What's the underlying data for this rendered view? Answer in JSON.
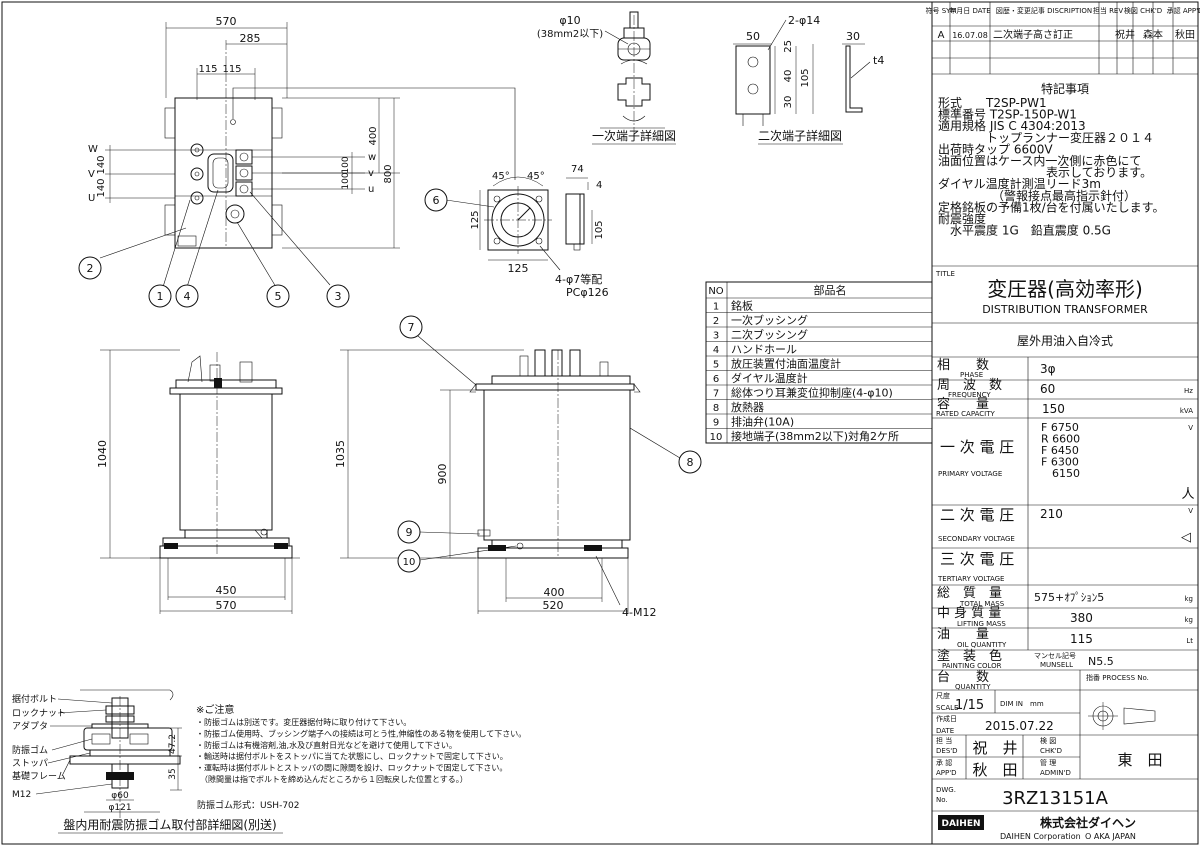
{
  "revision": {
    "headers": [
      "符号 SYM",
      "年月日 DATE",
      "図歴・変更記事 DISCRIPTION",
      "担当 REV",
      "検図 CHK'D",
      "承認 APP'D"
    ],
    "rows": [
      [
        "A",
        "16.07.08",
        "二次端子高さ訂正",
        "祝井",
        "森本",
        "秋田"
      ]
    ]
  },
  "specs": {
    "heading": "特記事項",
    "lines": [
      "形式　　T2SP-PW1",
      "標準番号 T2SP-150P-W1",
      "適用規格 JIS C 4304:2013",
      "　　　　トップランナー変圧器２０１４",
      "出荷時タップ 6600V",
      "油面位置はケース内一次側に赤色にて",
      "　　　　　　　　　表示しております。",
      "ダイヤル温度計測温リード3m",
      "　　　　　（警報接点最高指示針付）",
      "定格銘板の予備1枚/台を付属いたします。",
      "耐震強度",
      "　水平震度 1G　鉛直震度 0.5G"
    ]
  },
  "title_block": {
    "title_tag": "TITLE",
    "title_jp": "変圧器(高効率形)",
    "title_en": "DISTRIBUTION TRANSFORMER",
    "cooling": "屋外用油入自冷式",
    "phase": {
      "label": "相　　数",
      "sub": "PHASE",
      "value": "3φ",
      "unit": ""
    },
    "frequency": {
      "label": "周　波　数",
      "sub": "FREQUENCY",
      "value": "60",
      "unit": "Hz"
    },
    "capacity": {
      "label": "容　　量",
      "sub": "RATED CAPACITY",
      "value": "150",
      "unit": "kVA"
    },
    "primary": {
      "label": "一 次 電 圧",
      "sub": "PRIMARY VOLTAGE",
      "values": [
        "F 6750",
        "R 6600",
        "F 6450",
        "F 6300",
        "　6150"
      ],
      "unit": "V",
      "symbol": "人"
    },
    "secondary": {
      "label": "二 次 電 圧",
      "sub": "SECONDARY VOLTAGE",
      "value": "210",
      "unit": "V",
      "symbol": "◁"
    },
    "tertiary": {
      "label": "三 次 電 圧",
      "sub": "TERTIARY VOLTAGE",
      "value": ""
    },
    "total_mass": {
      "label": "総　質　量",
      "sub": "TOTAL MASS",
      "value": "575+ｵﾌﾟｼｮﾝ5",
      "unit": "kg"
    },
    "lifting_mass": {
      "label": "中 身 質 量",
      "sub": "LIFTING MASS",
      "value": "380",
      "unit": "kg"
    },
    "oil_quantity": {
      "label": "油　　量",
      "sub": "OIL QUANTITY",
      "value": "115",
      "unit": "Lt"
    },
    "painting": {
      "label": "塗　装　色",
      "sub": "PAINTING COLOR",
      "munsell_label": "マンセル記号",
      "munsell_sub": "MUNSELL",
      "value": "N5.5"
    },
    "quantity": {
      "label": "台　　数",
      "sub": "QUANTITY",
      "process_label": "指番 PROCESS No."
    },
    "scale": {
      "label": "尺度",
      "sub": "SCALE",
      "value": "1/15",
      "dim": "DIM IN　mm"
    },
    "date": {
      "label": "作成日",
      "sub": "DATE",
      "value": "2015.07.22"
    },
    "designer": {
      "label": "担 当",
      "sub": "DES'D",
      "value": "祝　井"
    },
    "checker": {
      "label": "検 図",
      "sub": "CHK'D",
      "value": "東　田"
    },
    "approver": {
      "label": "承 認",
      "sub": "APP'D",
      "value": "秋　田"
    },
    "manager": {
      "label": "管 理",
      "sub": "ADMIN'D",
      "value": ""
    },
    "dwg": {
      "label": "DWG.",
      "sub": "No.",
      "value": "3RZ13151A"
    },
    "company": {
      "logo": "DAIHEN",
      "jp": "株式会社ダイヘン",
      "en": "DAIHEN Corporation",
      "addr": "O AKA JAPAN"
    }
  },
  "parts": {
    "headers": [
      "NO",
      "部品名"
    ],
    "rows": [
      [
        "1",
        "銘板"
      ],
      [
        "2",
        "一次ブッシング"
      ],
      [
        "3",
        "二次ブッシング"
      ],
      [
        "4",
        "ハンドホール"
      ],
      [
        "5",
        "放圧装置付油面温度計"
      ],
      [
        "6",
        "ダイヤル温度計"
      ],
      [
        "7",
        "総体つり耳兼変位抑制座(4-φ10)"
      ],
      [
        "8",
        "放熱器"
      ],
      [
        "9",
        "排油弁(10A)"
      ],
      [
        "10",
        "接地端子(38mm2以下)対角2ケ所"
      ]
    ]
  },
  "captions": {
    "primary_detail": "一次端子詳細図",
    "secondary_detail": "二次端子詳細図",
    "rubber_detail": "盤内用耐震防振ゴム取付部詳細図(別送)",
    "rubber_type": "防振ゴム形式：USH-702"
  },
  "notes": {
    "heading": "※ご注意",
    "lines": [
      "・防振ゴムは別送です。変圧器据付時に取り付けて下さい。",
      "・防振ゴム使用時、ブッシング端子への接続は可とう性,伸縮性のある物を使用して下さい。",
      "・防振ゴムは有機溶剤,油,水及び直射日光などを避けて使用して下さい。",
      "・輸送時は据付ボルトをストッパに当てた状態にし、ロックナットで固定して下さい。",
      "・運転時は据付ボルトとストッパの間に隙間を設け、ロックナットで固定して下さい。",
      "　（隙間量は指でボルトを締め込んだところから１回転戻した位置とする。）"
    ]
  },
  "rubber_labels": [
    "据付ボルト",
    "ロックナット",
    "アダプタ",
    "防振ゴム",
    "ストッパ",
    "基礎フレーム",
    "M12"
  ],
  "dims": {
    "top_570": "570",
    "top_285": "285",
    "top_115a": "115",
    "top_115b": "115",
    "top_400": "400",
    "top_800": "800",
    "top_140a": "140",
    "top_140b": "140",
    "top_100a": "100",
    "top_100b": "100",
    "front_1040": "1040",
    "front_450": "450",
    "front_570": "570",
    "side_1035": "1035",
    "side_900": "900",
    "side_400": "400",
    "side_520": "520",
    "side_m12": "4-M12",
    "pt_phi10": "φ10",
    "pt_cable": "(38mm2以下)",
    "st_2phi14": "2-φ14",
    "st_50": "50",
    "st_25": "25",
    "st_40": "40",
    "st_30": "30",
    "st_105": "105",
    "st_30b": "30",
    "st_t4": "t4",
    "dt_45a": "45°",
    "dt_45b": "45°",
    "dt_125a": "125",
    "dt_125b": "125",
    "dt_74": "74",
    "dt_4": "4",
    "dt_105": "105",
    "dt_holes": "4-φ7等配",
    "dt_pcd": "PCφ126",
    "rb_47": "47.2",
    "rb_35": "35",
    "rb_60": "φ60",
    "rb_121": "φ121"
  },
  "phase_labels": {
    "u": "U",
    "v": "V",
    "w": "W",
    "lu": "u",
    "lv": "v",
    "lw": "w"
  },
  "balloons": [
    "1",
    "2",
    "3",
    "4",
    "5",
    "6",
    "7",
    "8",
    "9",
    "10"
  ]
}
